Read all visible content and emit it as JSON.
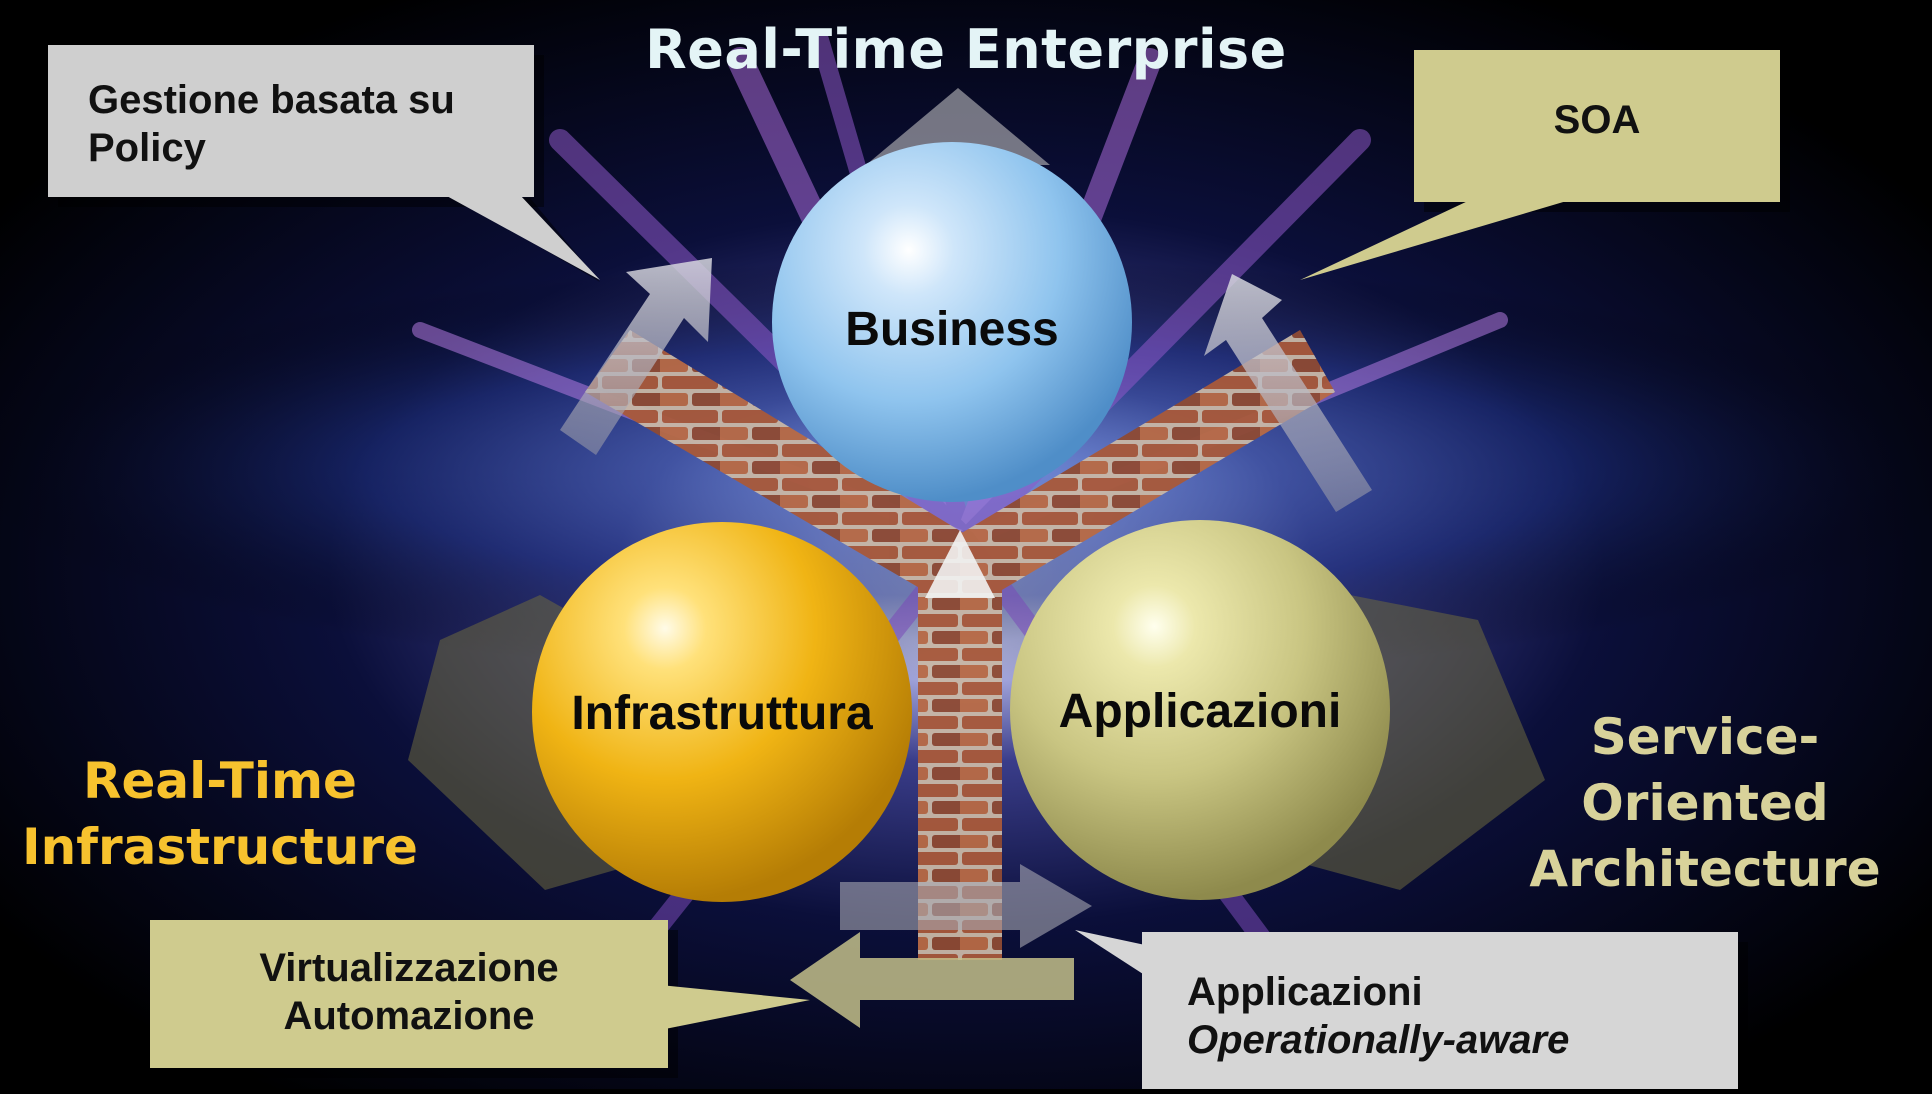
{
  "title": "Real-Time Enterprise",
  "spheres": {
    "business": "Business",
    "infrastructure": "Infrastruttura",
    "applications": "Applicazioni"
  },
  "callouts": {
    "policy": "Gestione basata su\nPolicy",
    "soa": "SOA",
    "virtualization": "Virtualizzazione\nAutomazione",
    "applications_line1": "Applicazioni",
    "applications_line2": "Operationally-aware"
  },
  "side_labels": {
    "rti": "Real-Time\nInfrastructure",
    "soa_full": "Service-\nOriented\nArchitecture"
  },
  "colors": {
    "title": "#e4f4f6",
    "rti_label": "#f7c22e",
    "soa_label": "#d8d29a",
    "gray_callout": "#cfcfcf",
    "olive_callout": "#cfcb8e",
    "business_sphere": "#8fc4ee",
    "infrastructure_sphere": "#f0b414",
    "applications_sphere": "#c9c582",
    "brick": "#a8593a"
  }
}
